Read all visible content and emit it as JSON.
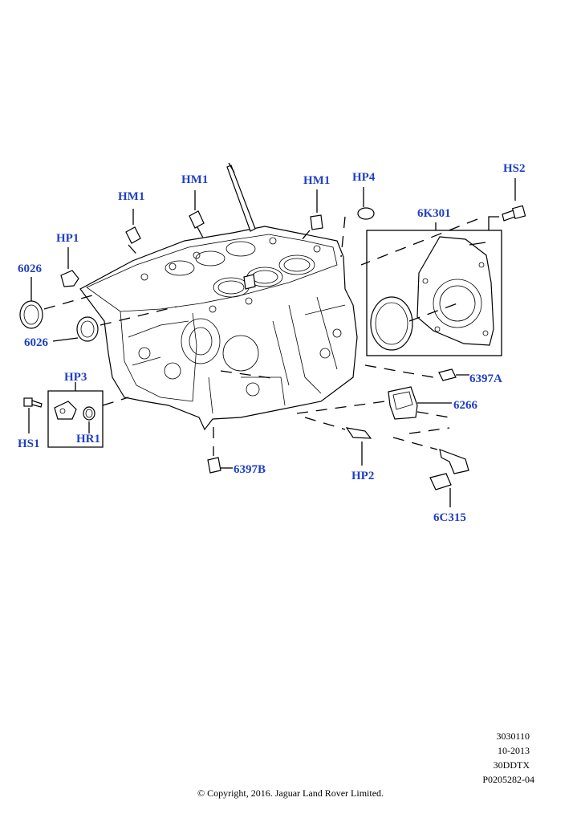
{
  "callouts": {
    "hm1_a": "HM1",
    "hm1_b": "HM1",
    "hm1_c": "HM1",
    "hp4": "HP4",
    "hs2": "HS2",
    "k6_301": "6K301",
    "hp1": "HP1",
    "n6026_a": "6026",
    "n6026_b": "6026",
    "hp3": "HP3",
    "hs1": "HS1",
    "hr1": "HR1",
    "n6397a": "6397A",
    "n6266": "6266",
    "hp2": "HP2",
    "n6397b": "6397B",
    "c6_315": "6C315"
  },
  "footer": {
    "code1": "3030110",
    "date": "10-2013",
    "model": "30DDTX",
    "ref": "P0205282-04",
    "copyright": "© Copyright, 2016. Jaguar Land Rover Limited."
  }
}
